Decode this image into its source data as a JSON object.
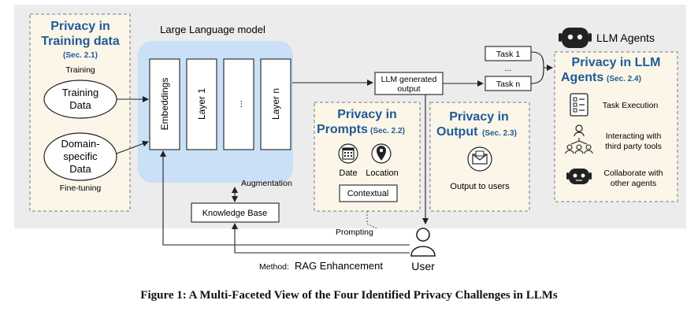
{
  "training": {
    "title_line1": "Privacy in",
    "title_line2": "Training data",
    "sec": "(Sec. 2.1)",
    "training_label": "Training",
    "training_data_line1": "Training",
    "training_data_line2": "Data",
    "domain_line1": "Domain-",
    "domain_line2": "specific",
    "domain_line3": "Data",
    "finetuning_label": "Fine-tuning"
  },
  "llm": {
    "title": "Large Language model",
    "layers": [
      "Embeddings",
      "Layer 1",
      "...",
      "Layer n"
    ]
  },
  "augmentation_label": "Augmentation",
  "knowledge_base": "Knowledge Base",
  "generated_output_line1": "LLM generated",
  "generated_output_line2": "output",
  "prompts": {
    "title_line1": "Privacy in",
    "title_line2": "Prompts",
    "sec": "(Sec. 2.2)",
    "date": "Date",
    "location": "Location",
    "contextual": "Contextual",
    "prompting": "Prompting"
  },
  "output": {
    "title_line1": "Privacy in",
    "title_line2": "Output",
    "sec": "(Sec. 2.3)",
    "output_to_users": "Output to users"
  },
  "tasks": {
    "task1": "Task 1",
    "ellipsis": "...",
    "taskn": "Task n"
  },
  "agents": {
    "header": "LLM Agents",
    "title_line1": "Privacy in LLM",
    "title_line2": "Agents",
    "sec": "(Sec. 2.4)",
    "item1": "Task Execution",
    "item2_line1": "Interacting with",
    "item2_line2": "third party tools",
    "item3_line1": "Collaborate with",
    "item3_line2": "other agents"
  },
  "user": {
    "label": "User",
    "method_prefix": "Method:",
    "method_value": "RAG Enhancement"
  },
  "caption": "Figure 1: A Multi-Faceted View of the Four Identified Privacy Challenges in LLMs",
  "colors": {
    "panel_bg": "#ececec",
    "box_fill": "#fbf6e8",
    "llm_fill": "#c9e0f6",
    "title_blue": "#1f5a99"
  }
}
